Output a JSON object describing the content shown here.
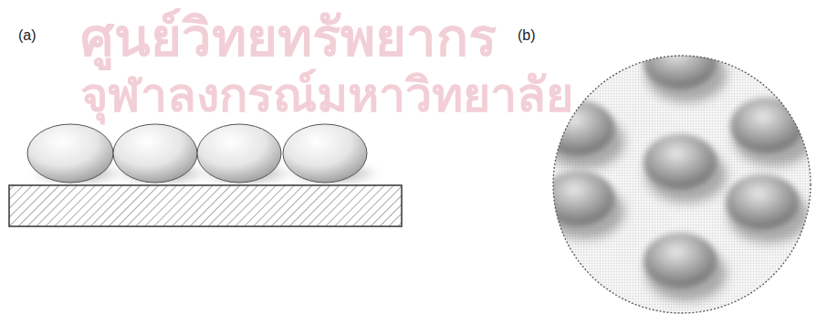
{
  "diagram": {
    "labels": [
      "(a)",
      "(b)",
      "ศูนย์วิทยทรัพยากร",
      "จุฬาลงกรณ์มหาวิทยาลัย"
    ]
  }
}
